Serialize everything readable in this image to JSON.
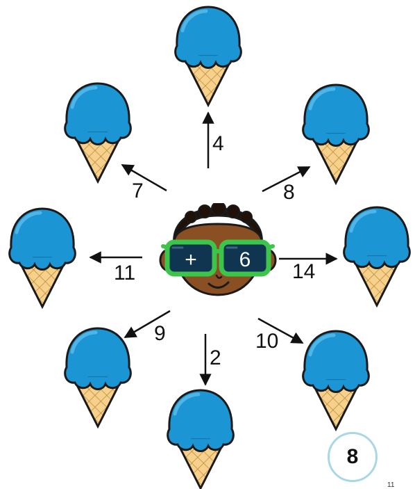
{
  "center": {
    "operator": "+",
    "addend": "6"
  },
  "spokes": [
    {
      "id": "top",
      "number": "4"
    },
    {
      "id": "top-right",
      "number": "8"
    },
    {
      "id": "right",
      "number": "14"
    },
    {
      "id": "bottom-right",
      "number": "10"
    },
    {
      "id": "bottom",
      "number": "2"
    },
    {
      "id": "bottom-left",
      "number": "9"
    },
    {
      "id": "left",
      "number": "11"
    },
    {
      "id": "top-left",
      "number": "7"
    }
  ],
  "answer_blank": "_____",
  "page_number": "8",
  "corner_mark": "11",
  "colors": {
    "scoop": "#1b95d4",
    "scoop_dark": "#1576a8",
    "cone": "#f7d18c",
    "cone_line": "#b88a3a",
    "skin": "#8a4f22",
    "hair": "#1f1108",
    "glasses": "#3cc54a",
    "lens": "#0f3550",
    "badge_border": "#a8d8e6"
  }
}
